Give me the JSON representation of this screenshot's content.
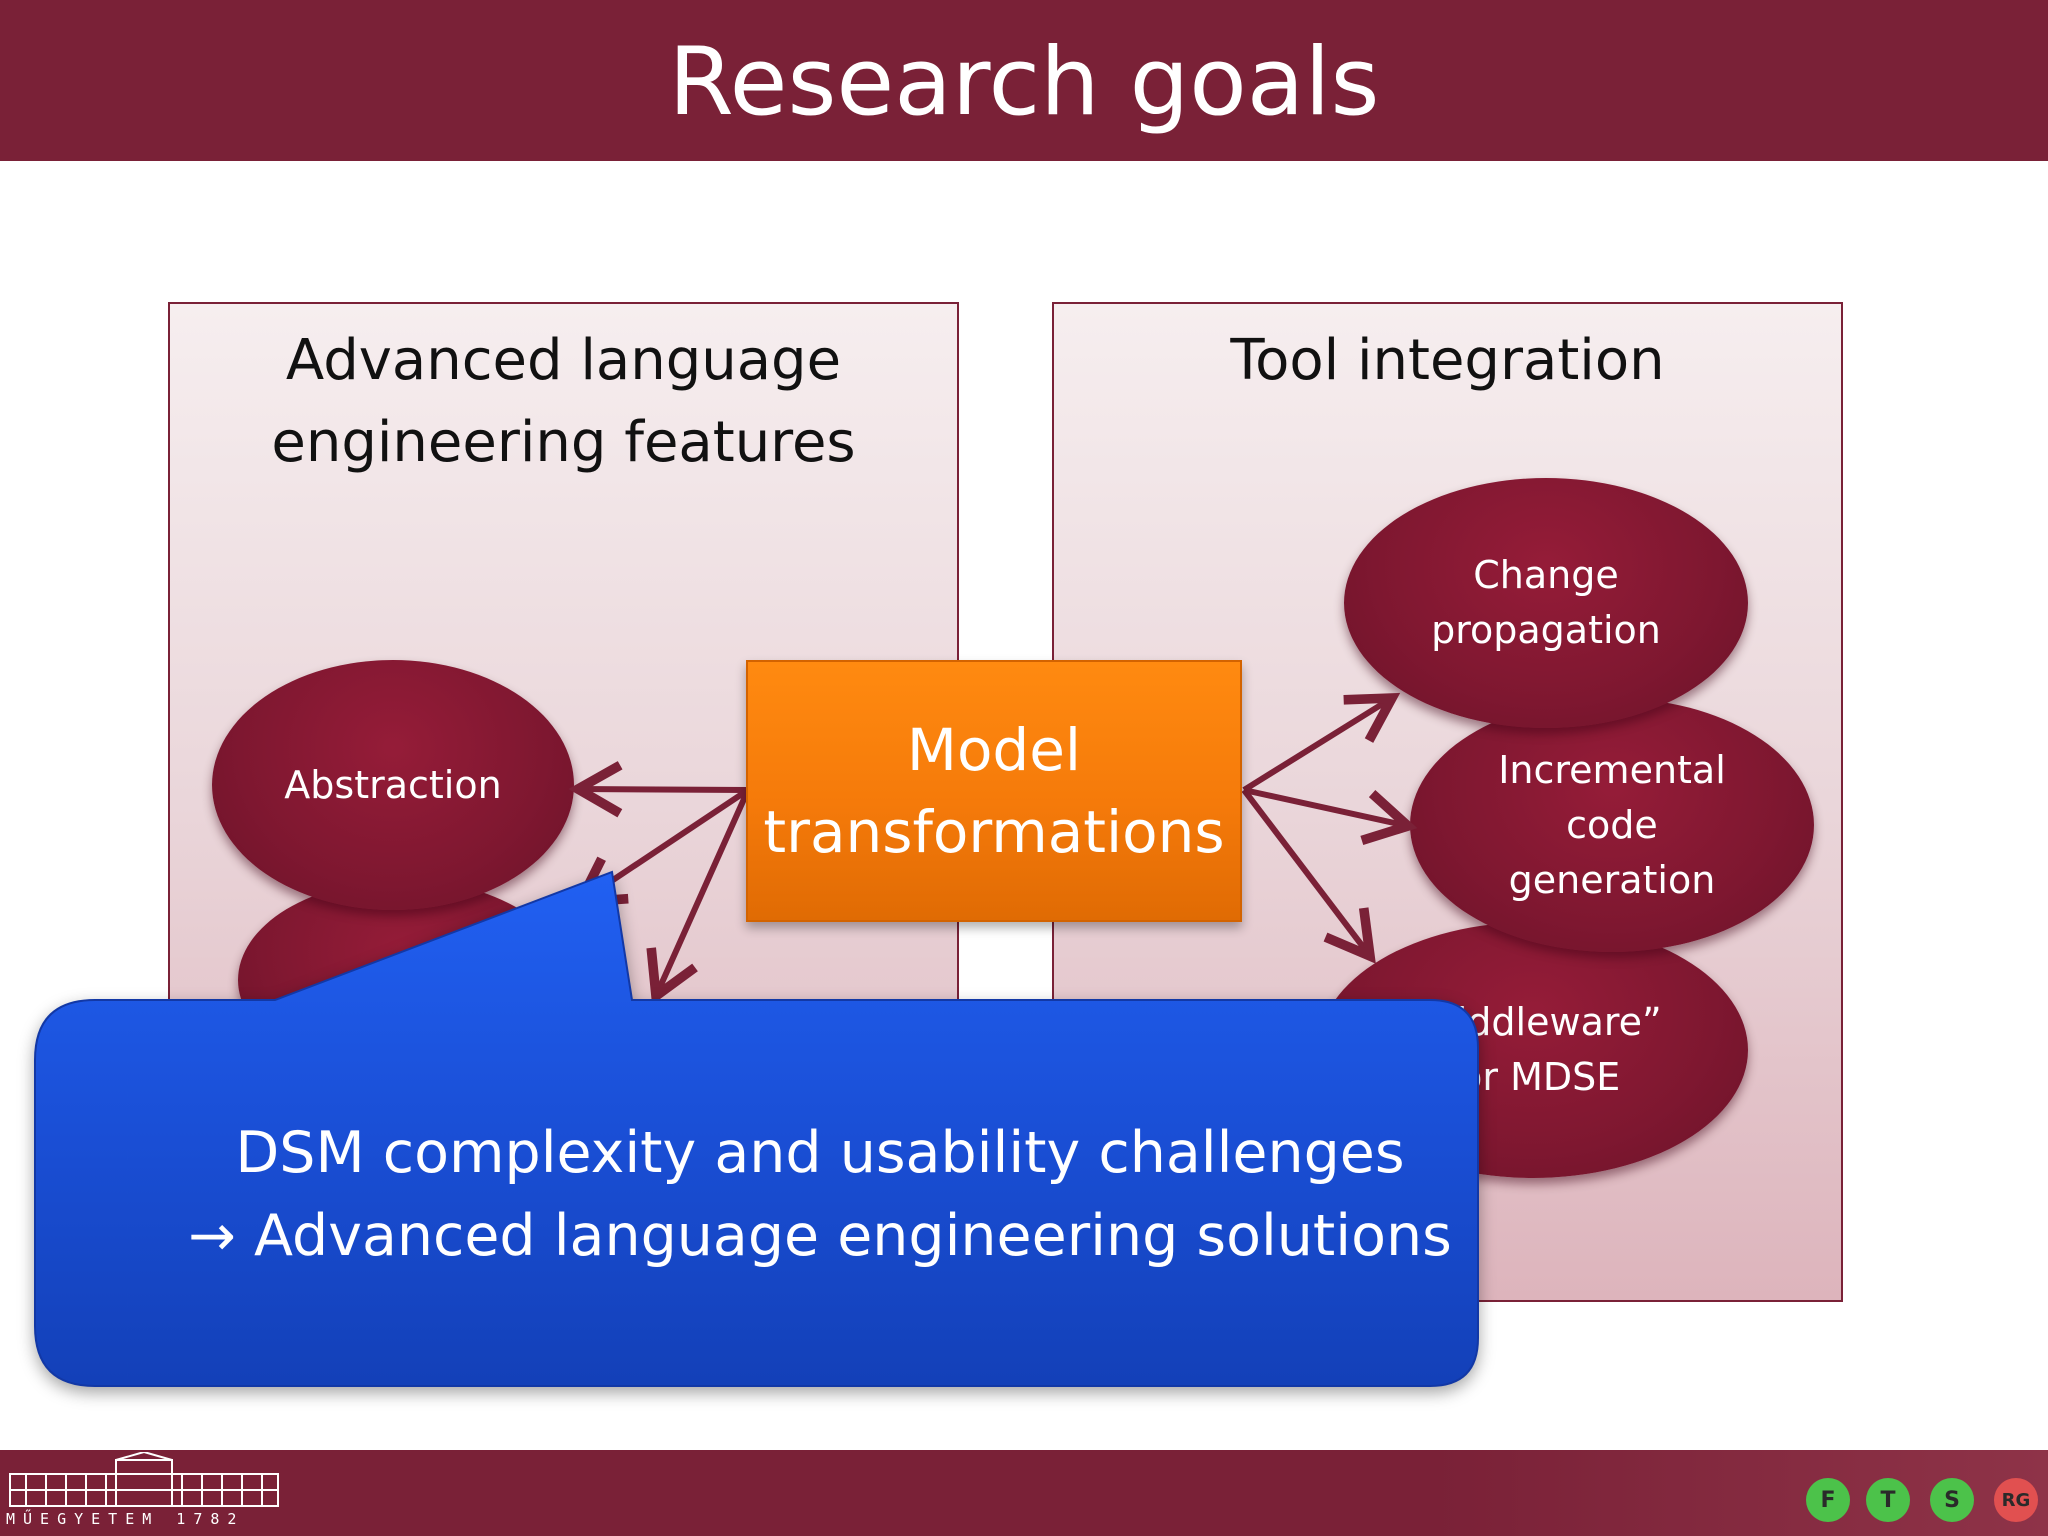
{
  "slide": {
    "title": "Research goals"
  },
  "panels": {
    "left_title": "Advanced language\nengineering features",
    "right_title": "Tool integration"
  },
  "center": {
    "label": "Model\ntransformations"
  },
  "nodes": {
    "abstraction": "Abstraction",
    "change_propagation": "Change\npropagation",
    "incremental_code_generation": "Incremental\ncode\ngeneration",
    "middleware_visible": "“Middleware”\nfor MDSE"
  },
  "callout": {
    "line1": "DSM complexity and usability challenges",
    "line2": "→ Advanced language engineering solutions"
  },
  "footer": {
    "university_caption": "MŰEGYETEM 1782",
    "badges": [
      "F",
      "T",
      "S",
      "RG"
    ]
  },
  "colors": {
    "brand": "#7a2137",
    "ellipse": "#7e1730",
    "orange": "#f57a0a",
    "callout": "#1a4fd6"
  }
}
